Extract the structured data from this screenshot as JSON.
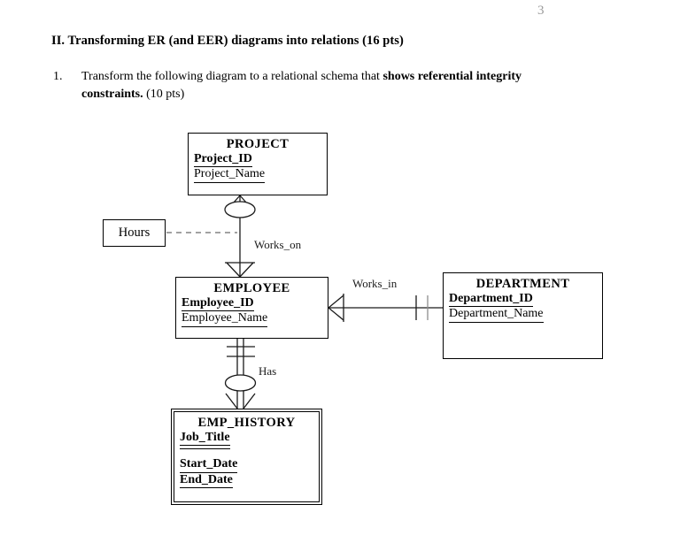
{
  "document": {
    "page_number": "3",
    "section_heading": "II. Transforming ER (and EER) diagrams into relations (16 pts)",
    "question": {
      "number": "1.",
      "text_part1": "Transform the following diagram to a relational schema that ",
      "text_bold": "shows referential integrity constraints.",
      "text_part2": " (10 pts)"
    }
  },
  "diagram": {
    "entities": [
      {
        "id": "project",
        "name": "PROJECT",
        "weak": false,
        "attributes": [
          {
            "label": "Project_ID",
            "role": "key"
          },
          {
            "label": "Project_Name",
            "role": "plain"
          }
        ]
      },
      {
        "id": "employee",
        "name": "EMPLOYEE",
        "weak": false,
        "attributes": [
          {
            "label": "Employee_ID",
            "role": "key"
          },
          {
            "label": "Employee_Name",
            "role": "plain"
          }
        ]
      },
      {
        "id": "department",
        "name": "DEPARTMENT",
        "weak": false,
        "attributes": [
          {
            "label": "Department_ID",
            "role": "key"
          },
          {
            "label": "Department_Name",
            "role": "plain"
          }
        ]
      },
      {
        "id": "emp_history",
        "name": "EMP_HISTORY",
        "weak": true,
        "attributes": [
          {
            "label": "Job_Title",
            "role": "partial-key"
          },
          {
            "label": "",
            "role": "spacer"
          },
          {
            "label": "Start_Date",
            "role": "key"
          },
          {
            "label": "End_Date",
            "role": "key"
          }
        ]
      }
    ],
    "relationships": [
      {
        "id": "works_on",
        "label": "Works_on",
        "from": "project",
        "to": "employee",
        "identifying": false
      },
      {
        "id": "works_in",
        "label": "Works_in",
        "from": "employee",
        "to": "department",
        "identifying": false
      },
      {
        "id": "has",
        "label": "Has",
        "from": "employee",
        "to": "emp_history",
        "identifying": true
      }
    ],
    "relationship_attributes": [
      {
        "id": "hours",
        "label": "Hours",
        "attached_to": "works_on"
      }
    ],
    "colors": {
      "line": "#1a1a1a",
      "spellcheck_underline": "#e8201a",
      "page_number": "#9a9a9a",
      "text": "#000000"
    }
  }
}
